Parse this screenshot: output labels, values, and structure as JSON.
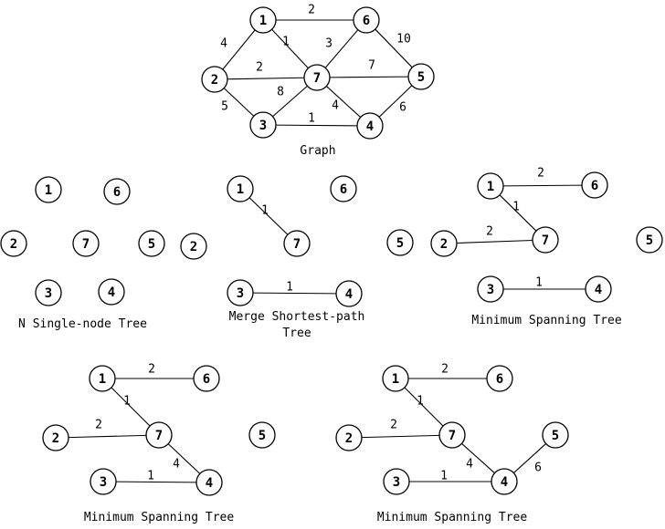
{
  "panels": [
    {
      "id": "graph",
      "caption": [
        "Graph"
      ],
      "nodes": [
        {
          "id": "1",
          "label": "1"
        },
        {
          "id": "6",
          "label": "6"
        },
        {
          "id": "2",
          "label": "2"
        },
        {
          "id": "7",
          "label": "7"
        },
        {
          "id": "5",
          "label": "5"
        },
        {
          "id": "3",
          "label": "3"
        },
        {
          "id": "4",
          "label": "4"
        }
      ],
      "edges": [
        {
          "from": "1",
          "to": "6",
          "weight": "2"
        },
        {
          "from": "1",
          "to": "2",
          "weight": "4"
        },
        {
          "from": "1",
          "to": "7",
          "weight": "1"
        },
        {
          "from": "6",
          "to": "7",
          "weight": "3"
        },
        {
          "from": "6",
          "to": "5",
          "weight": "10"
        },
        {
          "from": "2",
          "to": "7",
          "weight": "2"
        },
        {
          "from": "7",
          "to": "5",
          "weight": "7"
        },
        {
          "from": "2",
          "to": "3",
          "weight": "5"
        },
        {
          "from": "3",
          "to": "7",
          "weight": "8"
        },
        {
          "from": "7",
          "to": "4",
          "weight": "4"
        },
        {
          "from": "3",
          "to": "4",
          "weight": "1"
        },
        {
          "from": "4",
          "to": "5",
          "weight": "6"
        }
      ]
    },
    {
      "id": "single-node",
      "caption": [
        "N Single-node Tree"
      ],
      "nodes": [
        {
          "id": "1",
          "label": "1"
        },
        {
          "id": "6",
          "label": "6"
        },
        {
          "id": "2",
          "label": "2"
        },
        {
          "id": "7",
          "label": "7"
        },
        {
          "id": "5",
          "label": "5"
        },
        {
          "id": "3",
          "label": "3"
        },
        {
          "id": "4",
          "label": "4"
        }
      ],
      "edges": []
    },
    {
      "id": "merge-shortest",
      "caption": [
        "Merge Shortest-path",
        "Tree"
      ],
      "nodes": [
        {
          "id": "2",
          "label": "2"
        },
        {
          "id": "1",
          "label": "1"
        },
        {
          "id": "6",
          "label": "6"
        },
        {
          "id": "7",
          "label": "7"
        },
        {
          "id": "5",
          "label": "5"
        },
        {
          "id": "3",
          "label": "3"
        },
        {
          "id": "4",
          "label": "4"
        }
      ],
      "edges": [
        {
          "from": "1",
          "to": "7",
          "weight": "1"
        },
        {
          "from": "3",
          "to": "4",
          "weight": "1"
        }
      ]
    },
    {
      "id": "mst-step-1",
      "caption": [
        "Minimum Spanning Tree"
      ],
      "nodes": [
        {
          "id": "1",
          "label": "1"
        },
        {
          "id": "6",
          "label": "6"
        },
        {
          "id": "2",
          "label": "2"
        },
        {
          "id": "7",
          "label": "7"
        },
        {
          "id": "5",
          "label": "5"
        },
        {
          "id": "3",
          "label": "3"
        },
        {
          "id": "4",
          "label": "4"
        }
      ],
      "edges": [
        {
          "from": "1",
          "to": "6",
          "weight": "2"
        },
        {
          "from": "1",
          "to": "7",
          "weight": "1"
        },
        {
          "from": "2",
          "to": "7",
          "weight": "2"
        },
        {
          "from": "3",
          "to": "4",
          "weight": "1"
        }
      ]
    },
    {
      "id": "mst-step-2",
      "caption": [
        "Minimum Spanning Tree"
      ],
      "nodes": [
        {
          "id": "1",
          "label": "1"
        },
        {
          "id": "6",
          "label": "6"
        },
        {
          "id": "2",
          "label": "2"
        },
        {
          "id": "7",
          "label": "7"
        },
        {
          "id": "5",
          "label": "5"
        },
        {
          "id": "3",
          "label": "3"
        },
        {
          "id": "4",
          "label": "4"
        }
      ],
      "edges": [
        {
          "from": "1",
          "to": "6",
          "weight": "2"
        },
        {
          "from": "1",
          "to": "7",
          "weight": "1"
        },
        {
          "from": "2",
          "to": "7",
          "weight": "2"
        },
        {
          "from": "7",
          "to": "4",
          "weight": "4"
        },
        {
          "from": "3",
          "to": "4",
          "weight": "1"
        }
      ]
    },
    {
      "id": "mst-final",
      "caption": [
        "Minimum Spanning Tree"
      ],
      "nodes": [
        {
          "id": "1",
          "label": "1"
        },
        {
          "id": "6",
          "label": "6"
        },
        {
          "id": "2",
          "label": "2"
        },
        {
          "id": "7",
          "label": "7"
        },
        {
          "id": "5",
          "label": "5"
        },
        {
          "id": "3",
          "label": "3"
        },
        {
          "id": "4",
          "label": "4"
        }
      ],
      "edges": [
        {
          "from": "1",
          "to": "6",
          "weight": "2"
        },
        {
          "from": "1",
          "to": "7",
          "weight": "1"
        },
        {
          "from": "2",
          "to": "7",
          "weight": "2"
        },
        {
          "from": "7",
          "to": "4",
          "weight": "4"
        },
        {
          "from": "4",
          "to": "5",
          "weight": "6"
        },
        {
          "from": "3",
          "to": "4",
          "weight": "1"
        }
      ]
    }
  ]
}
